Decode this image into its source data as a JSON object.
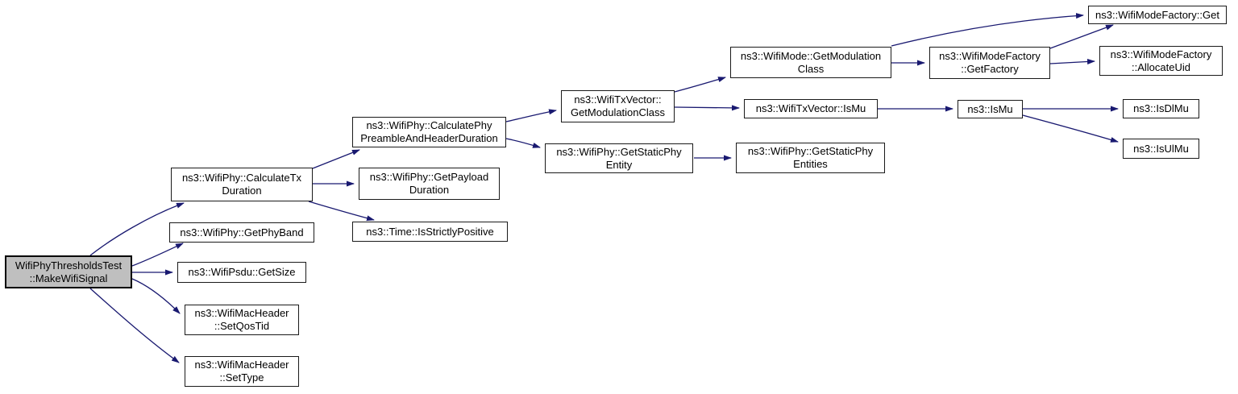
{
  "diagram": {
    "type": "call-graph",
    "colors": {
      "edge": "#191970",
      "node_fill": "#ffffff",
      "node_border": "#1a1a1a",
      "root_fill": "#bfbfbf",
      "background": "#ffffff"
    },
    "nodes": [
      {
        "id": "make-wifi-signal",
        "label": "WifiPhyThresholdsTest\n::MakeWifiSignal",
        "root": true
      },
      {
        "id": "calculate-tx-duration",
        "label": "ns3::WifiPhy::CalculateTx\nDuration"
      },
      {
        "id": "get-phy-band",
        "label": "ns3::WifiPhy::GetPhyBand"
      },
      {
        "id": "wifipsdu-get-size",
        "label": "ns3::WifiPsdu::GetSize"
      },
      {
        "id": "set-qos-tid",
        "label": "ns3::WifiMacHeader\n::SetQosTid"
      },
      {
        "id": "set-type",
        "label": "ns3::WifiMacHeader\n::SetType"
      },
      {
        "id": "calculate-phy-preamble",
        "label": "ns3::WifiPhy::CalculatePhy\nPreambleAndHeaderDuration"
      },
      {
        "id": "get-payload-duration",
        "label": "ns3::WifiPhy::GetPayload\nDuration"
      },
      {
        "id": "is-strictly-positive",
        "label": "ns3::Time::IsStrictlyPositive"
      },
      {
        "id": "txvector-get-modulation",
        "label": "ns3::WifiTxVector::\nGetModulationClass"
      },
      {
        "id": "get-static-phy-entity",
        "label": "ns3::WifiPhy::GetStaticPhy\nEntity"
      },
      {
        "id": "wifimode-get-modulation",
        "label": "ns3::WifiMode::GetModulation\nClass"
      },
      {
        "id": "txvector-is-mu",
        "label": "ns3::WifiTxVector::IsMu"
      },
      {
        "id": "get-static-phy-entities",
        "label": "ns3::WifiPhy::GetStaticPhy\nEntities"
      },
      {
        "id": "wifimodefactory-get-factory",
        "label": "ns3::WifiModeFactory\n::GetFactory"
      },
      {
        "id": "ns3-is-mu",
        "label": "ns3::IsMu"
      },
      {
        "id": "wifimodefactory-get",
        "label": "ns3::WifiModeFactory::Get"
      },
      {
        "id": "wifimodefactory-allocate-uid",
        "label": "ns3::WifiModeFactory\n::AllocateUid"
      },
      {
        "id": "ns3-is-dl-mu",
        "label": "ns3::IsDlMu"
      },
      {
        "id": "ns3-is-ul-mu",
        "label": "ns3::IsUlMu"
      }
    ],
    "edges": [
      {
        "from": "make-wifi-signal",
        "to": "calculate-tx-duration"
      },
      {
        "from": "make-wifi-signal",
        "to": "get-phy-band"
      },
      {
        "from": "make-wifi-signal",
        "to": "wifipsdu-get-size"
      },
      {
        "from": "make-wifi-signal",
        "to": "set-qos-tid"
      },
      {
        "from": "make-wifi-signal",
        "to": "set-type"
      },
      {
        "from": "calculate-tx-duration",
        "to": "calculate-phy-preamble"
      },
      {
        "from": "calculate-tx-duration",
        "to": "get-payload-duration"
      },
      {
        "from": "calculate-tx-duration",
        "to": "is-strictly-positive"
      },
      {
        "from": "calculate-phy-preamble",
        "to": "txvector-get-modulation"
      },
      {
        "from": "calculate-phy-preamble",
        "to": "get-static-phy-entity"
      },
      {
        "from": "txvector-get-modulation",
        "to": "wifimode-get-modulation"
      },
      {
        "from": "txvector-get-modulation",
        "to": "txvector-is-mu"
      },
      {
        "from": "get-static-phy-entity",
        "to": "get-static-phy-entities"
      },
      {
        "from": "wifimode-get-modulation",
        "to": "wifimodefactory-get-factory"
      },
      {
        "from": "wifimode-get-modulation",
        "to": "wifimodefactory-get"
      },
      {
        "from": "wifimodefactory-get-factory",
        "to": "wifimodefactory-get"
      },
      {
        "from": "wifimodefactory-get-factory",
        "to": "wifimodefactory-allocate-uid"
      },
      {
        "from": "txvector-is-mu",
        "to": "ns3-is-mu"
      },
      {
        "from": "ns3-is-mu",
        "to": "ns3-is-dl-mu"
      },
      {
        "from": "ns3-is-mu",
        "to": "ns3-is-ul-mu"
      }
    ]
  }
}
